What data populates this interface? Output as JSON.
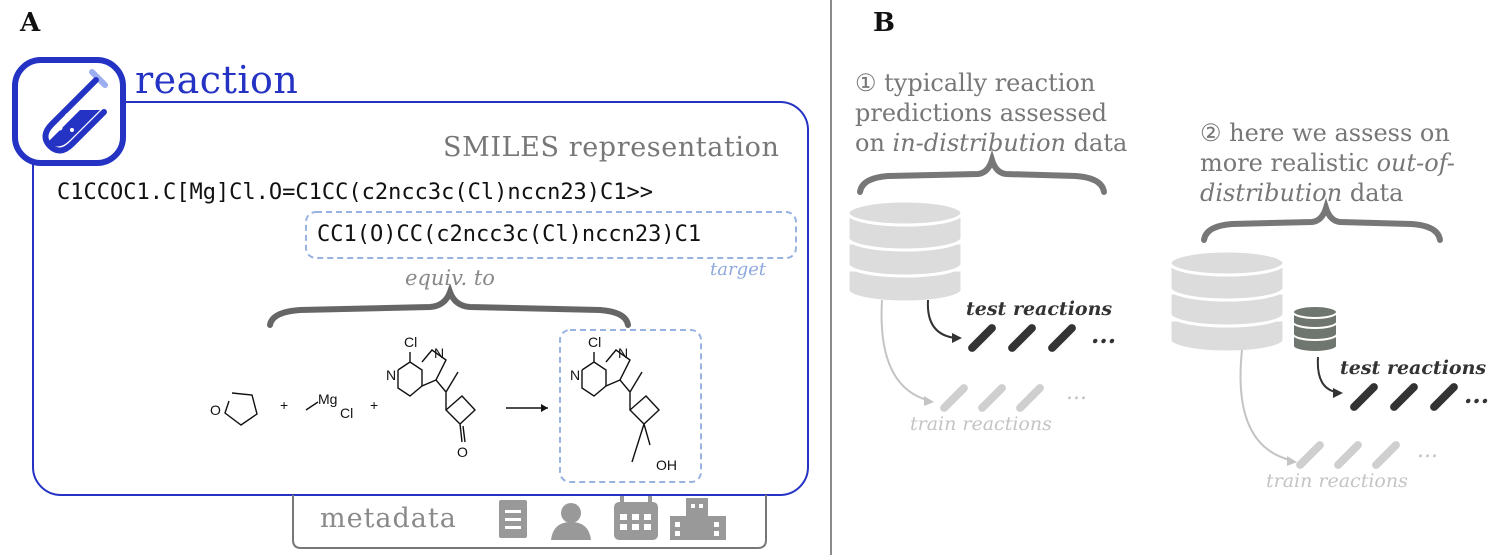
{
  "panel_a": {
    "letter": "A",
    "title": "reaction",
    "smiles_heading": "SMILES representation",
    "smiles_full": "C1CCOC1.C[Mg]Cl.O=C1CC(c2ncc3c(Cl)nccn23)C1>>",
    "smiles_target": "CC1(O)CC(c2ncc3c(Cl)nccn23)C1",
    "target_label": "target",
    "equiv_label": "equiv. to",
    "metadata_label": "metadata",
    "plus": "+",
    "atoms": {
      "cl": "Cl",
      "n": "N",
      "o": "O",
      "oh": "OH",
      "mg": "Mg"
    },
    "metadata_icons": [
      "document-icon",
      "person-icon",
      "calendar-icon",
      "building-icon"
    ]
  },
  "panel_b": {
    "letter": "B",
    "text_1_marker": "①",
    "text_1_lines": [
      "typically reaction",
      "predictions assessed",
      "on"
    ],
    "text_1_em": "in-distribution",
    "text_1_tail": "data",
    "text_2_marker": "②",
    "text_2_line1": "here we assess on",
    "text_2_line2": "more realistic",
    "text_2_em1": "out-of-",
    "text_2_em2": "distribution",
    "text_2_tail": "data",
    "test_label": "test reactions",
    "train_label": "train reactions",
    "ellipsis": "..."
  },
  "colors": {
    "reaction_blue": "#2433c4",
    "target_dash": "#98b2e2",
    "gray_text": "#777777",
    "db_light": "#dcdcdc",
    "db_dark": "#6f766f",
    "divider": "#888888"
  }
}
